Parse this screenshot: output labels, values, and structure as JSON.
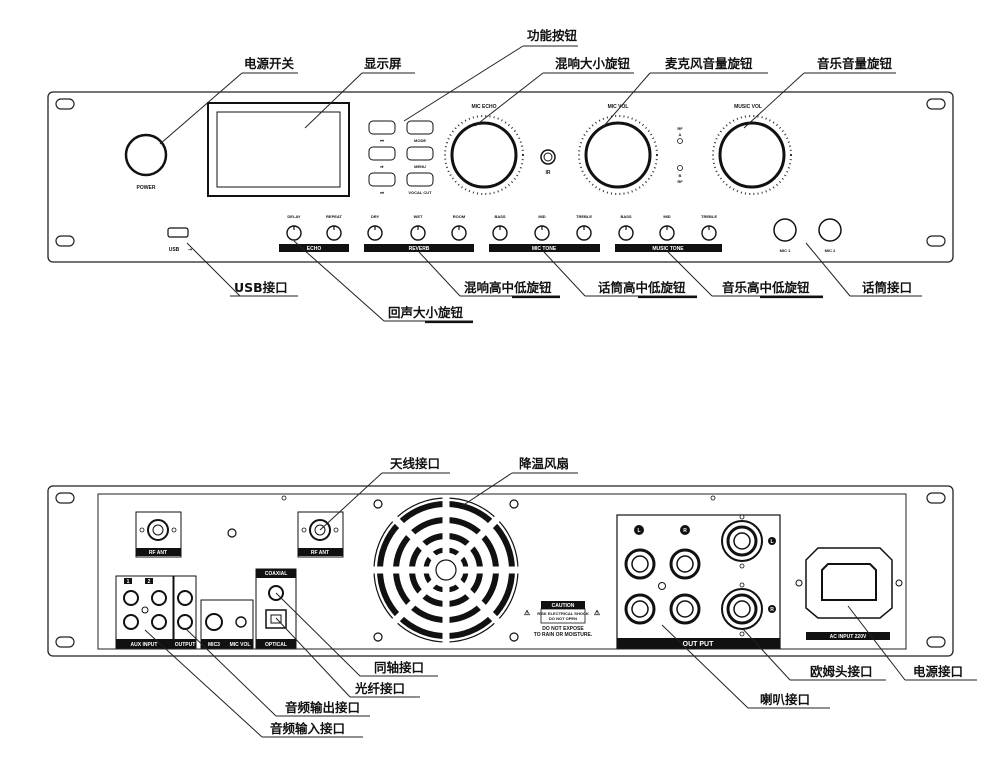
{
  "front": {
    "knob_labels": {
      "mic_echo": "MIC ECHO",
      "mic_vol": "MIC VOL",
      "music_vol": "MUSIC VOL",
      "power": "POWER",
      "ir": "IR",
      "rf_a": "RF",
      "rf_a2": "A",
      "rf_b": "B",
      "rf_b2": "RF"
    },
    "buttons": {
      "mode": "MODE",
      "menu": "MENU",
      "vocal_cut": "VOCAL CUT"
    },
    "small_knobs": [
      "DELAY",
      "REPEAT",
      "DRY",
      "WET",
      "ROOM",
      "BASS",
      "MID",
      "TREBLE",
      "BASS",
      "MID",
      "TREBLE"
    ],
    "groups": {
      "echo": "ECHO",
      "reverb": "REVERB",
      "mic_tone": "MIC TONE",
      "music_tone": "MUSIC TONE"
    },
    "mic_jacks": [
      "MIC 1",
      "MIC 2"
    ],
    "usb_label": "USB",
    "callouts": {
      "power_switch": "电源开关",
      "display": "显示屏",
      "function_buttons": "功能按钮",
      "echo_knob": "混响大小旋钮",
      "mic_vol_knob": "麦克风音量旋钮",
      "music_vol_knob": "音乐音量旋钮",
      "usb": "USB接口",
      "echo_size": "回声大小旋钮",
      "reverb_tone": "混响高中低旋钮",
      "mic_tone": "话筒高中低旋钮",
      "music_tone": "音乐高中低旋钮",
      "mic_jack": "话筒接口"
    }
  },
  "rear": {
    "labels": {
      "rf_ant_1": "RF ANT",
      "rf_ant_2": "RF ANT",
      "coaxial": "COAXIAL",
      "optical": "OPTICAL",
      "aux_input": "AUX INPUT",
      "output_small": "OUTPUT",
      "mic3": "MIC3",
      "mic_vol": "MIC VOL",
      "aux_1": "1",
      "aux_2": "2",
      "caution": "CAUTION",
      "caution_sub1": "RISK ELECTRICAL SHOCK",
      "caution_sub2": "DO NOT OPEN",
      "caution_note1": "DO NOT EXPOSE",
      "caution_note2": "TO RAIN OR MOISTURE.",
      "out_put": "OUT PUT",
      "ac_input": "AC INPUT 220V",
      "l": "L",
      "r": "R"
    },
    "callouts": {
      "antenna": "天线接口",
      "fan": "降温风扇",
      "coaxial": "同轴接口",
      "optical": "光纤接口",
      "audio_out": "音频输出接口",
      "audio_in": "音频输入接口",
      "speakon": "欧姆头接口",
      "speaker": "喇叭接口",
      "power": "电源接口"
    }
  }
}
